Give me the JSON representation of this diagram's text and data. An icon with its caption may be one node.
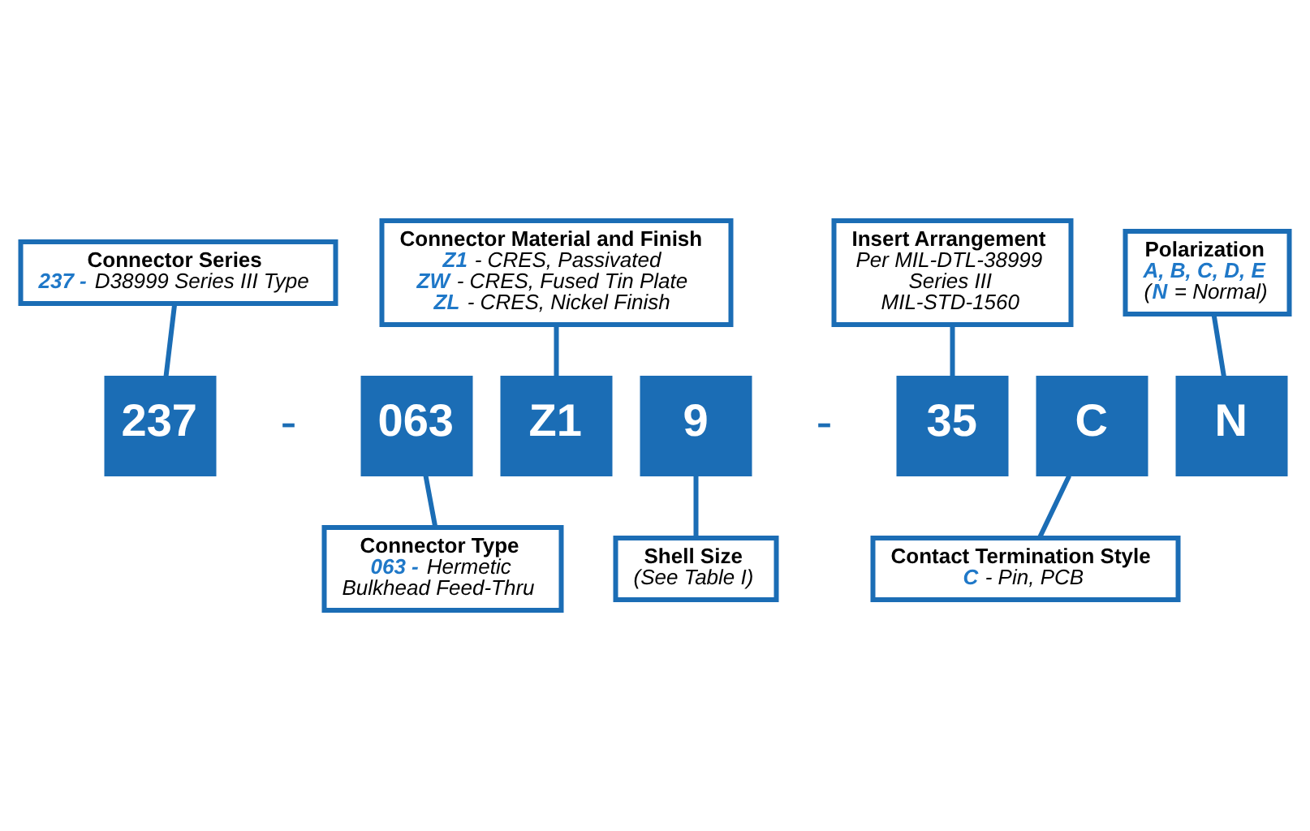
{
  "diagram": {
    "nodes": [
      {
        "text": [
          "Connector Material and Finish",
          "**Z1** - CRES, Passivated",
          "**ZW** - CRES, Fused Tin Plate",
          "**ZL** - CRES, Nickel Finish"
        ]
      },
      {
        "text": [
          "Insert Arrangement",
          "Per MIL-DTL-38999 Series III",
          "MIL-STD-1560"
        ]
      },
      {
        "text": [
          "Polarization",
          "**A, B, C, D, E**",
          "(**N** = Normal)"
        ]
      },
      {
        "text": [
          "Connector Series",
          "**237 -** D38999 Series III Type"
        ]
      },
      {
        "text": [
          "237"
        ]
      },
      {
        "text": [
          "063"
        ]
      },
      {
        "text": [
          "Z1"
        ]
      },
      {
        "text": [
          "9"
        ]
      },
      {
        "text": [
          "35"
        ]
      },
      {
        "text": [
          "C"
        ]
      },
      {
        "text": [
          "N"
        ]
      },
      {
        "text": [
          "Connector Type",
          "**063 -** Hermetic Bulkhead Feed-Thru"
        ]
      },
      {
        "text": [
          "Shell Size",
          "(See Table I)"
        ]
      },
      {
        "text": [
          "Contact Termination Style",
          "**C** - Pin, PCB"
        ]
      }
    ],
    "edges": [
      {
        "from": 3,
        "to": 4,
        "arrow": "none"
      },
      {
        "from": 0,
        "to": 6,
        "arrow": "none"
      },
      {
        "from": 1,
        "to": 8,
        "arrow": "none"
      },
      {
        "from": 2,
        "to": 10,
        "arrow": "none"
      },
      {
        "from": 5,
        "to": 11,
        "arrow": "none"
      },
      {
        "from": 7,
        "to": 12,
        "arrow": "none"
      },
      {
        "from": 9,
        "to": 13,
        "arrow": "none"
      }
    ],
    "labels": [
      "-",
      "-"
    ]
  }
}
